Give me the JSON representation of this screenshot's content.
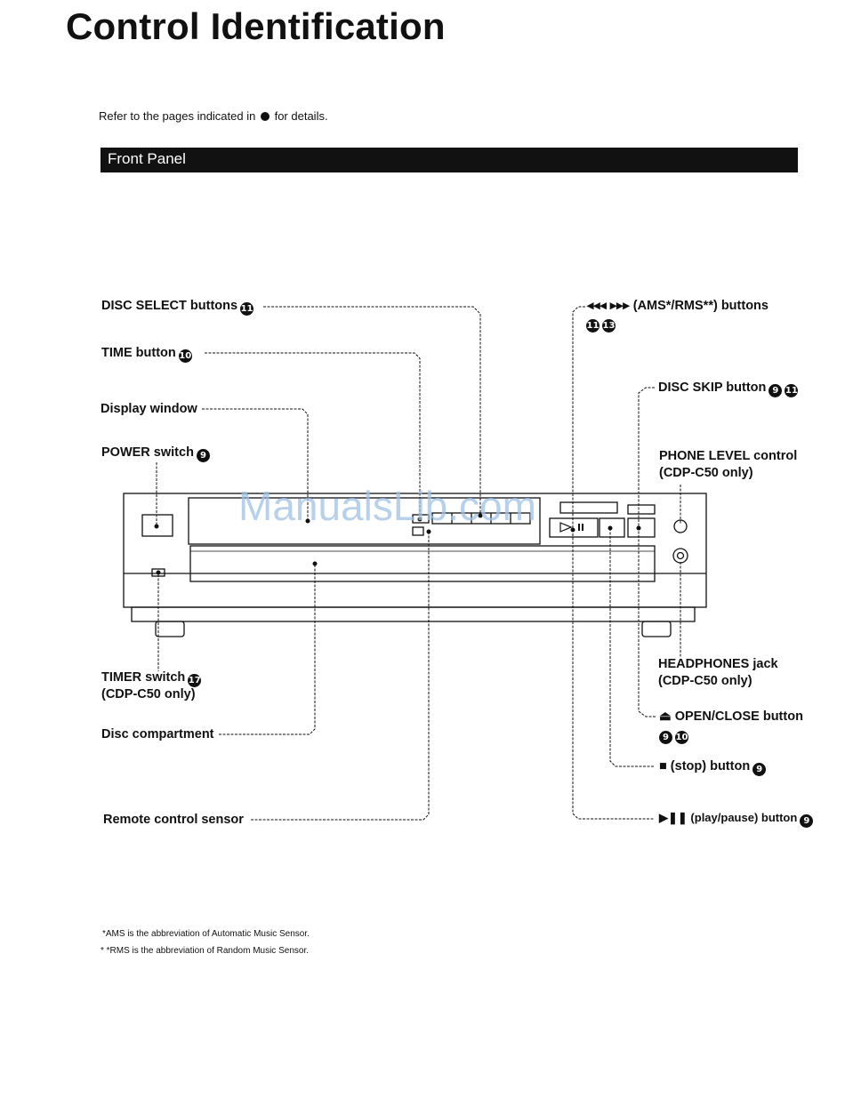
{
  "title": "Control Identification",
  "intro": {
    "before": "Refer to the pages indicated in",
    "after": "for details."
  },
  "section": "Front Panel",
  "labels": {
    "disc_select": "DISC SELECT buttons",
    "disc_select_refs": [
      "11"
    ],
    "time": "TIME button",
    "time_refs": [
      "10"
    ],
    "display": "Display window",
    "power": "POWER switch",
    "power_refs": [
      "9"
    ],
    "ams": "(AMS*/RMS**) buttons",
    "ams_symbol": "◂◂◂ ▸▸▸",
    "ams_refs": [
      "11",
      "13"
    ],
    "disc_skip": "DISC SKIP button",
    "disc_skip_refs": [
      "9",
      "11"
    ],
    "phone_level": "PHONE LEVEL control",
    "phone_level_note": "(CDP-C50 only)",
    "timer": "TIMER switch",
    "timer_refs": [
      "17"
    ],
    "timer_note": "(CDP-C50 only)",
    "disc_compartment": "Disc compartment",
    "remote_sensor": "Remote control sensor",
    "headphones": "HEADPHONES jack",
    "headphones_note": "(CDP-C50 only)",
    "open_close": "OPEN/CLOSE button",
    "open_close_symbol": "⏏",
    "open_close_refs": [
      "9",
      "10"
    ],
    "stop": "(stop) button",
    "stop_symbol": "■",
    "stop_refs": [
      "9"
    ],
    "play_pause": "(play/pause) button",
    "play_pause_symbol": "▶❚❚",
    "play_pause_refs": [
      "9"
    ]
  },
  "footnotes": [
    "*AMS is the abbreviation of Automatic Music Sensor.",
    "* *RMS is the abbreviation of Random Music Sensor."
  ],
  "watermark": "ManualsLib.com",
  "colors": {
    "text": "#111111",
    "bar": "#111111",
    "watermark": "#9fc2e8"
  },
  "icons": [
    "reference-number-icon",
    "ams-skip-icon",
    "eject-icon",
    "stop-icon",
    "play-pause-icon"
  ]
}
